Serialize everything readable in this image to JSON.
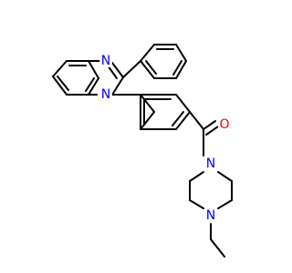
{
  "diagram": {
    "atoms": {
      "n1": "N",
      "n2": "N",
      "o1": "O",
      "n3": "N",
      "n4": "N"
    },
    "colors": {
      "background": "#ffffff",
      "bond": "#000000",
      "nitrogen": "#0000ff",
      "oxygen": "#ff0000"
    }
  }
}
